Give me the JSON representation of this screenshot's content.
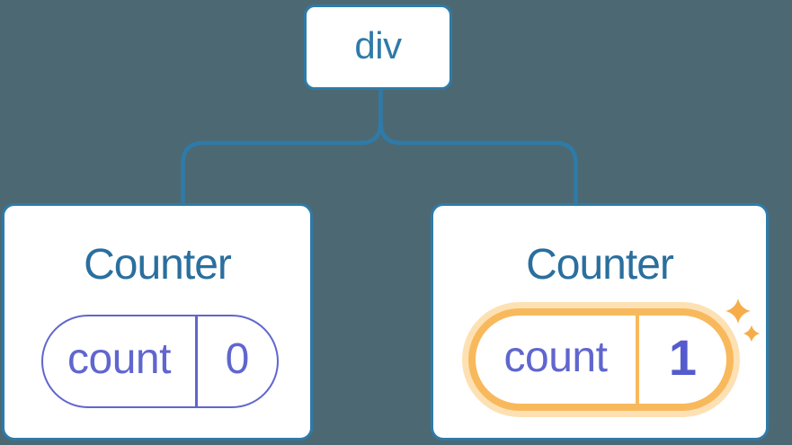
{
  "diagram": {
    "description": "Component tree: a div root element with two Counter children; the second Counter's state is updated",
    "root": {
      "label": "div"
    },
    "children": [
      {
        "title": "Counter",
        "state_key": "count",
        "state_value": "0",
        "highlighted": false
      },
      {
        "title": "Counter",
        "state_key": "count",
        "state_value": "1",
        "highlighted": true
      }
    ]
  },
  "colors": {
    "background": "#4c6973",
    "card_bg": "#ffffff",
    "border_blue": "#2e7ba9",
    "root_label_blue": "#2e7ba8",
    "title_blue": "#2a6f9e",
    "purple": "#6066ce",
    "purple_bold": "#555bcd",
    "orange": "#f8b95c",
    "orange_halo": "#fde1b4",
    "sparkle": "#f6ad49"
  }
}
